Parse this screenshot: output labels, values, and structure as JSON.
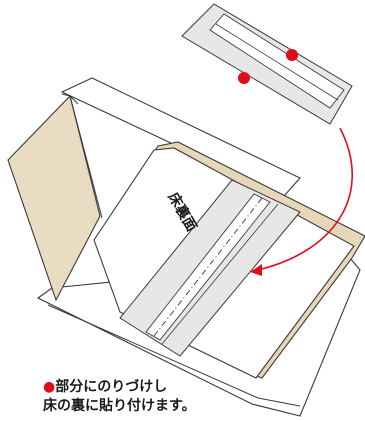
{
  "diagram": {
    "floor_back_label": "床裏面",
    "instruction": {
      "marker": "●",
      "line1": "部分にのりづけし",
      "line2": "床の裏に貼り付けます。"
    },
    "colors": {
      "outline": "#3a3a3a",
      "panel_fill": "#ffffff",
      "side_wall": "#e9dcc3",
      "floor_edge": "#e6d7b8",
      "strip_fill": "#e7e7e7",
      "glue_dot": "#e00b1c",
      "arrow": "#e00b1c"
    }
  }
}
